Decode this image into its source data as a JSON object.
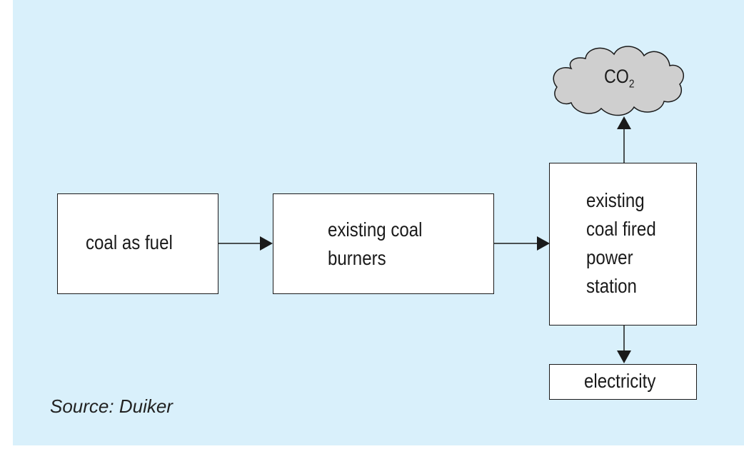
{
  "colors": {
    "background": "#d9f0fb",
    "box_fill": "#ffffff",
    "stroke": "#1a1a1a",
    "cloud_fill": "#cfcfcf"
  },
  "nodes": {
    "coal": {
      "label": "coal as fuel"
    },
    "burners": {
      "label": "existing coal\nburners"
    },
    "station": {
      "label": "existing\ncoal fired\npower\nstation"
    },
    "electricity": {
      "label": "electricity"
    },
    "co2": {
      "label": "CO",
      "subscript": "2"
    }
  },
  "edges": [
    {
      "from": "coal",
      "to": "burners"
    },
    {
      "from": "burners",
      "to": "station"
    },
    {
      "from": "station",
      "to": "co2"
    },
    {
      "from": "station",
      "to": "electricity"
    }
  ],
  "source": "Source: Duiker"
}
